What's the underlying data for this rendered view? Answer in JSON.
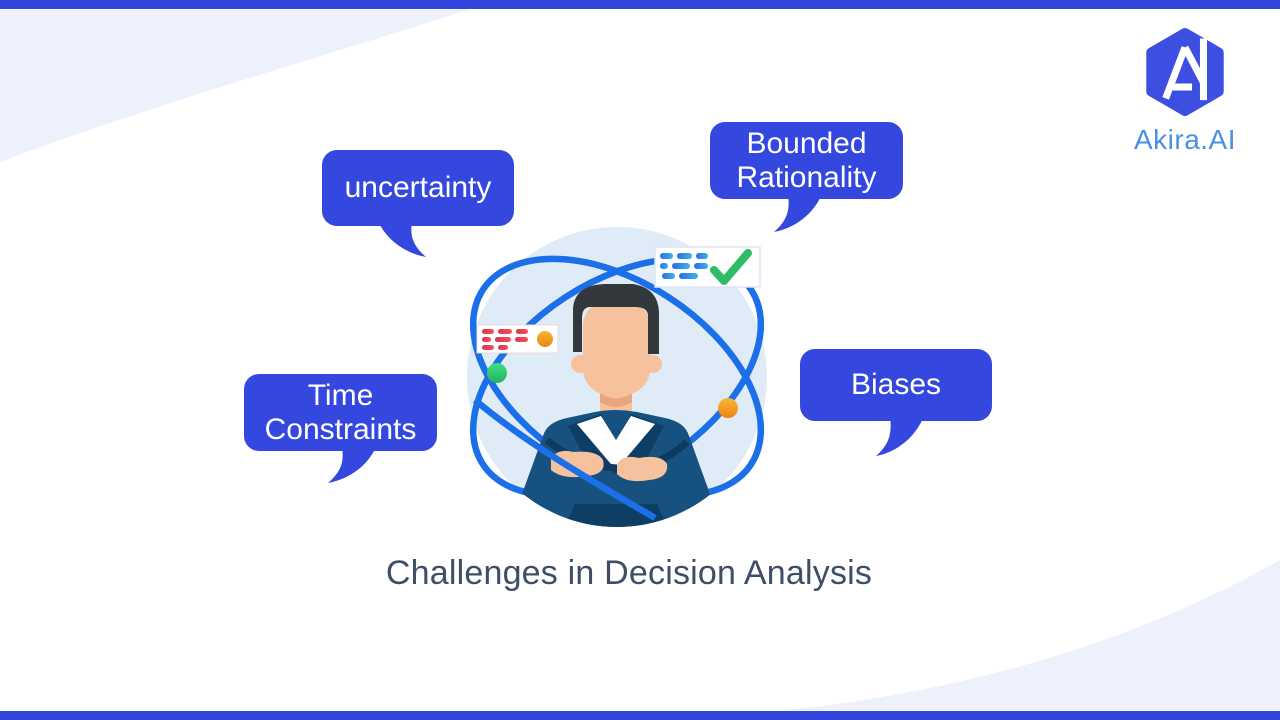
{
  "page": {
    "title": "Challenges in Decision Analysis",
    "title_color": "#3d4e66",
    "top_bar_color": "#3245dc",
    "bottom_bar_color": "#3245dc",
    "background_accent_color": "#edf1fb"
  },
  "brand": {
    "name": "Akira.AI",
    "logo_glyph": "A",
    "hexagon_color": "#3c4fe0",
    "text_color": "#4a8fe6"
  },
  "bubble_color": "#3447df",
  "bubbles": [
    {
      "id": "uncertainty",
      "label": "uncertainty"
    },
    {
      "id": "bounded-rationality",
      "label": "Bounded Rationality"
    },
    {
      "id": "time-constraints",
      "label": "Time Constraints"
    },
    {
      "id": "biases",
      "label": "Biases"
    }
  ],
  "icons": {
    "green-check-icon": "✓",
    "checklist-approved-card": "card with blue text lines and green check",
    "tasks-card": "card with red text lines and orange dot",
    "orbit-node-green": "#2fcb71",
    "orbit-node-orange": "#f09a1f",
    "orbit_color": "#1b6fe8"
  },
  "illustration_colors": {
    "circle_fill": "#e0ebf8",
    "suit": "#17517f",
    "suit_dark": "#0e3e63",
    "skin": "#f6c29e",
    "hair": "#33383d"
  }
}
